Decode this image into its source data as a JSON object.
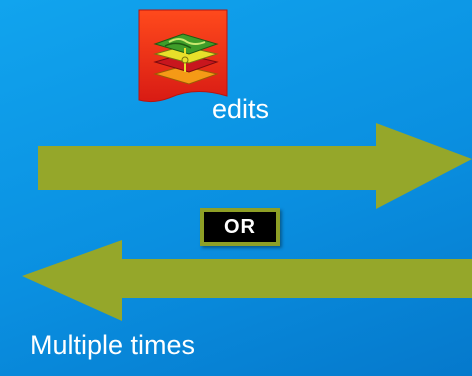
{
  "diagram": {
    "icon": "layered-map-document-icon",
    "edits_label": "edits",
    "or_label": "OR",
    "footer_label": "Multiple times"
  },
  "colors": {
    "background": "#0a8fe0",
    "arrow": "#95a72a",
    "icon_document": "#e8241b",
    "label": "#ffffff"
  }
}
